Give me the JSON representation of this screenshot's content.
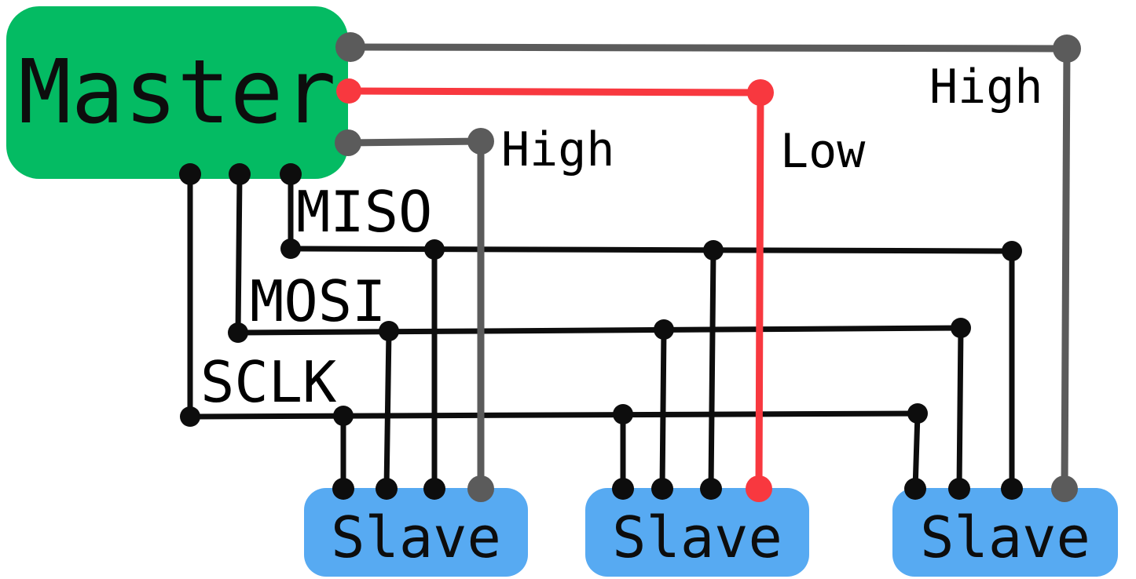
{
  "colors": {
    "master-green": "#04bb63",
    "slave-blue": "#57aaf2",
    "select-red": "#f8383f",
    "select-gray": "#5b5b5b",
    "wire-black": "#0d0d0d",
    "label-black": "#000000",
    "background": "#ffffff"
  },
  "master": {
    "label": "Master"
  },
  "slaves": [
    {
      "label": "Slave"
    },
    {
      "label": "Slave"
    },
    {
      "label": "Slave"
    }
  ],
  "bus_labels": {
    "miso": "MISO",
    "mosi": "MOSI",
    "sclk": "SCLK"
  },
  "select_labels": {
    "slave1": "High",
    "slave2": "Low",
    "slave3": "High"
  }
}
